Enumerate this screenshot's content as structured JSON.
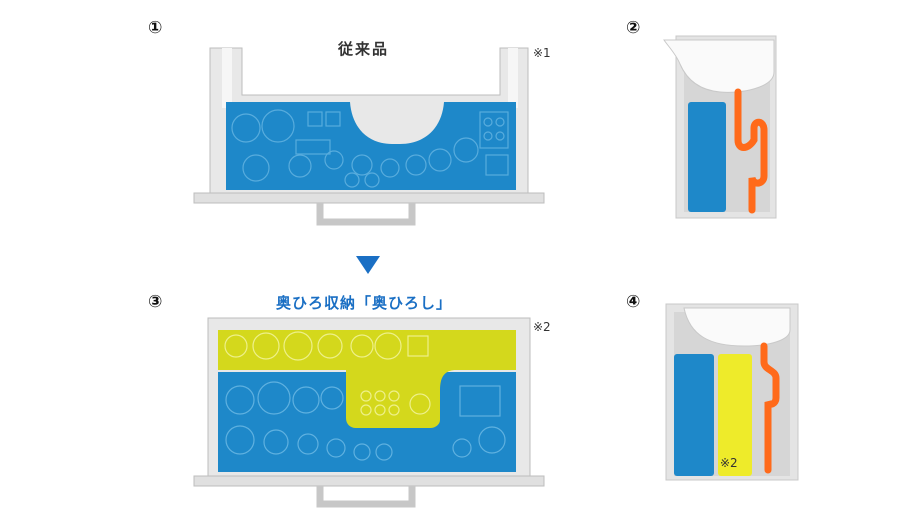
{
  "panels": {
    "p1": {
      "number": "①",
      "title": "従来品",
      "note": "※1"
    },
    "p2": {
      "number": "②"
    },
    "p3": {
      "number": "③",
      "title": "奥ひろ収納「奥ひろし」",
      "note": "※2"
    },
    "p4": {
      "number": "④",
      "note": "※2"
    }
  },
  "colors": {
    "blue_storage": "#1e88c9",
    "yellow_storage": "#d4d81c",
    "arrow": "#1a6fc4",
    "pipe": "#ff6a1a",
    "drawer_frame": "#e6e6e6",
    "title_accent": "#1a6fc4"
  }
}
